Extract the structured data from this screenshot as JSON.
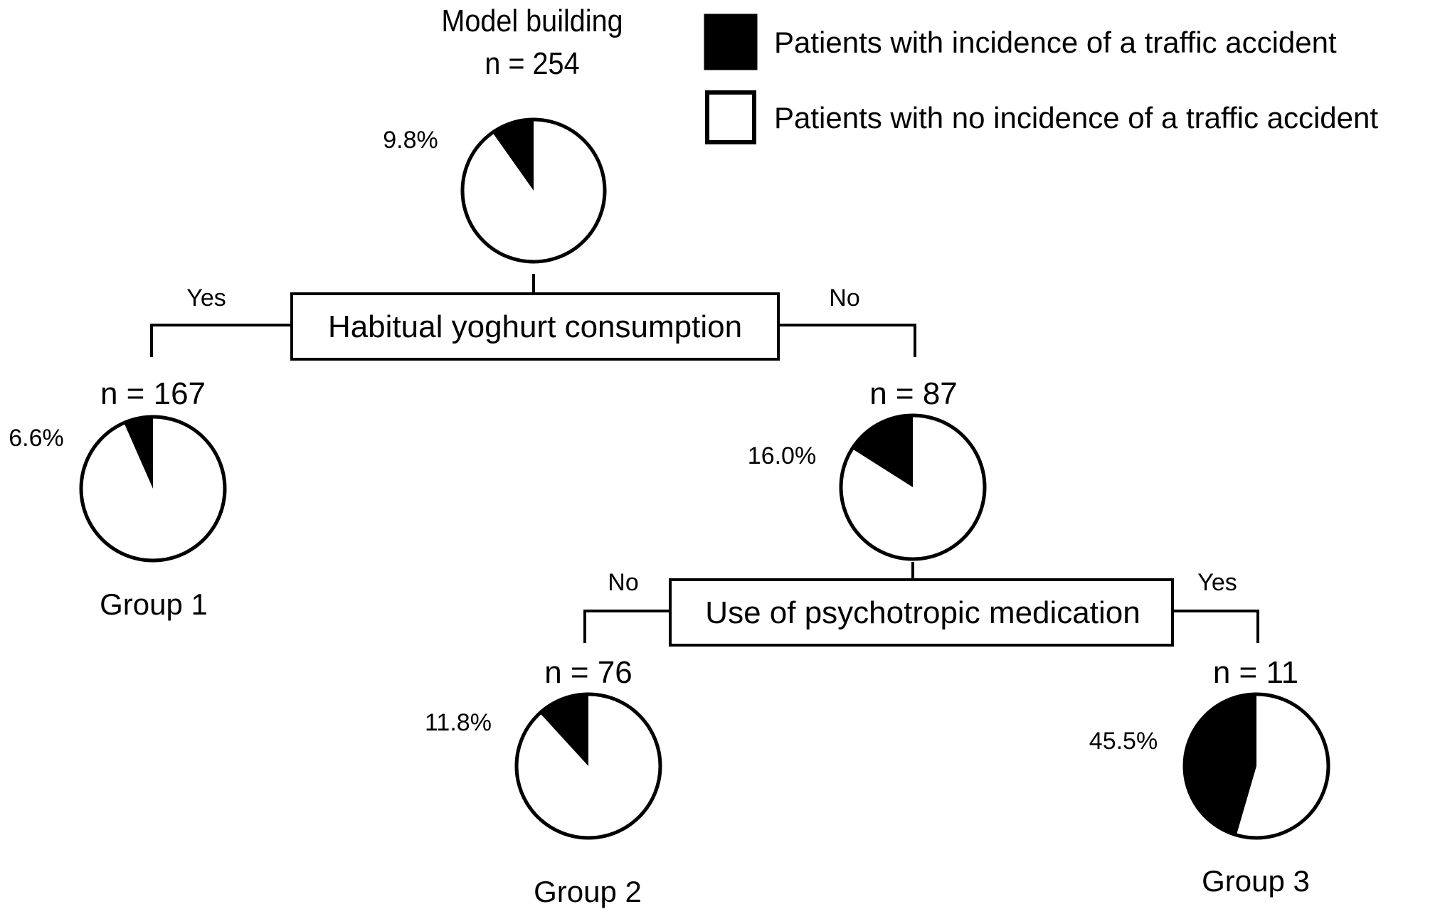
{
  "legend": {
    "accident": {
      "label": "Patients with incidence of a traffic accident",
      "color": "#000000"
    },
    "no_accident": {
      "label": "Patients with no incidence of a traffic accident",
      "color": "#ffffff"
    }
  },
  "root": {
    "title": "Model building",
    "n_label": "n = 254",
    "pct_label": "9.8%",
    "fraction": 0.098
  },
  "split1": {
    "label": "Habitual yoghurt consumption",
    "left_branch": "Yes",
    "right_branch": "No"
  },
  "node_yes": {
    "n_label": "n = 167",
    "pct_label": "6.6%",
    "fraction": 0.066,
    "group_label": "Group 1"
  },
  "node_no": {
    "n_label": "n = 87",
    "pct_label": "16.0%",
    "fraction": 0.16
  },
  "split2": {
    "label": "Use of psychotropic medication",
    "left_branch": "No",
    "right_branch": "Yes"
  },
  "node_no_med": {
    "n_label": "n = 76",
    "pct_label": "11.8%",
    "fraction": 0.118,
    "group_label": "Group 2"
  },
  "node_med": {
    "n_label": "n = 11",
    "pct_label": "45.5%",
    "fraction": 0.455,
    "group_label": "Group 3"
  }
}
